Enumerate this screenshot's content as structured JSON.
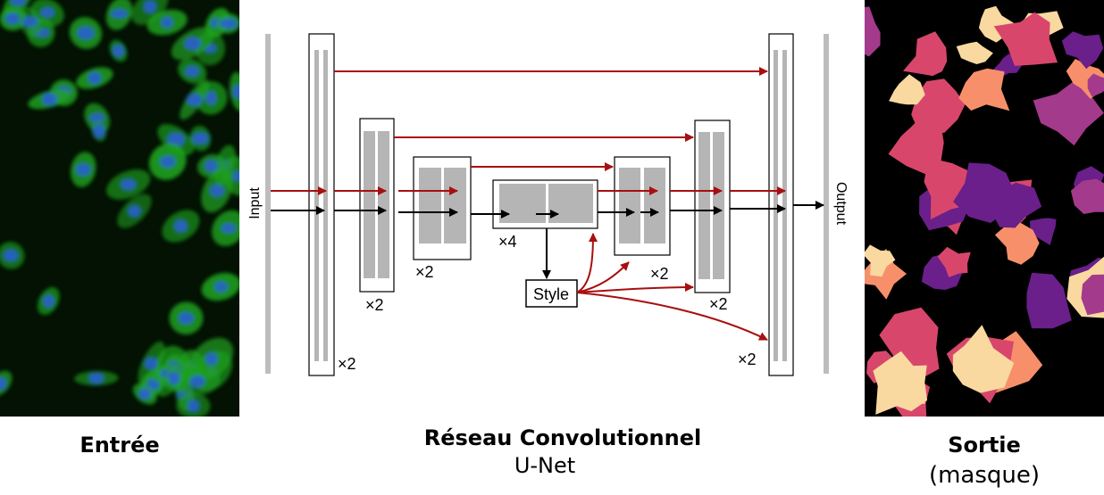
{
  "images": {
    "input": {
      "description_icon": "fluorescent-cells-image",
      "colors": [
        "#1fa21f",
        "#2a5fd0",
        "#031203"
      ]
    },
    "output": {
      "description_icon": "segmentation-mask-image",
      "colors": [
        "#f9d9a0",
        "#f7906a",
        "#d8476b",
        "#a43a8c",
        "#6a1f8a",
        "#000000"
      ]
    }
  },
  "diagram": {
    "input_label": "Input",
    "output_label": "Output",
    "style_label": "Style",
    "multipliers": {
      "enc1": "×2",
      "enc2": "×2",
      "enc3": "×2",
      "bottleneck": "×4",
      "dec1": "×2",
      "dec2": "×2",
      "dec3": "×2"
    },
    "colors": {
      "skip": "#a80f0f",
      "forward": "#000000",
      "block": "#b5b5b5",
      "bar": "#bdbdbd"
    }
  },
  "captions": {
    "input": "Entrée",
    "network_title": "Réseau Convolutionnel",
    "network_subtitle": "U-Net",
    "output_title": "Sortie",
    "output_subtitle": "(masque)"
  }
}
